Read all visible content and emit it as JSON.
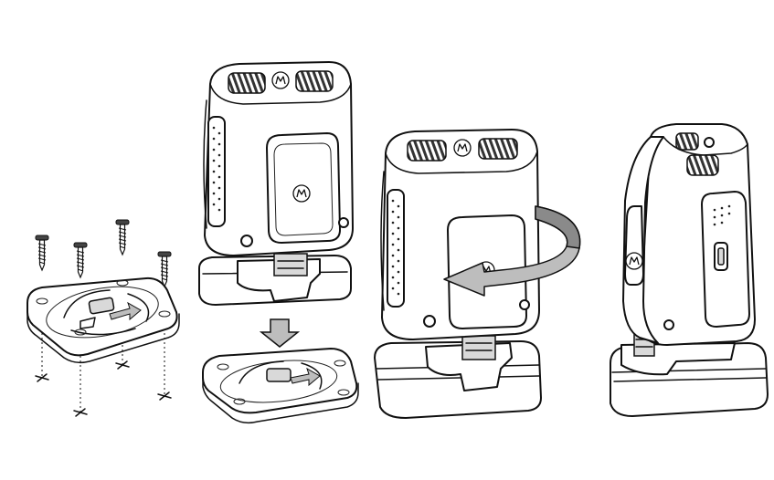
{
  "figure": {
    "panels": [
      "mount-plate-with-screws",
      "scanner-onto-plate",
      "rotate-to-lock",
      "installed-side-view"
    ],
    "screw_count": 4,
    "arrow_color": "#bdbdbd",
    "line_color": "#111111",
    "icons": [
      "screw-icon",
      "down-arrow-icon",
      "rotate-arrow-icon",
      "logo-icon"
    ]
  }
}
